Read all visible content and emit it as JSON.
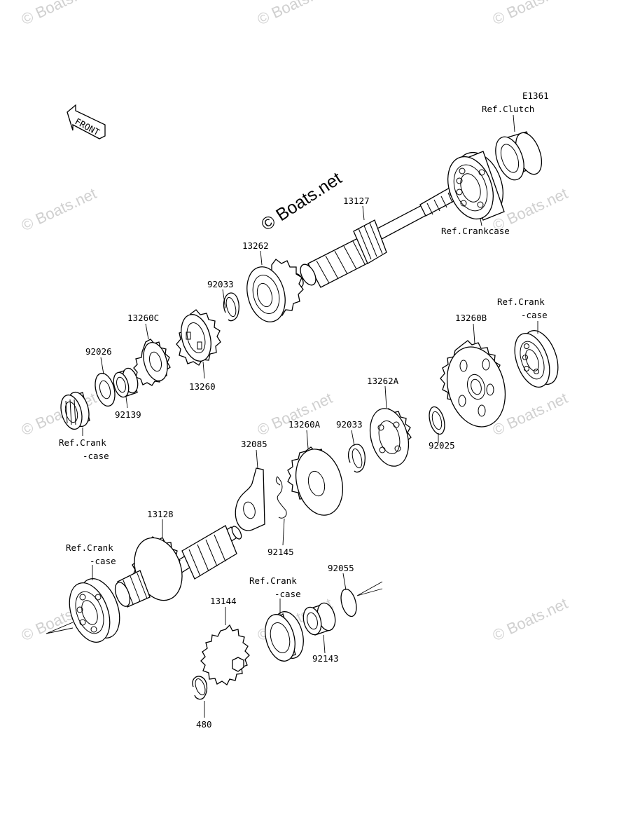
{
  "diagram_code": "E1361",
  "direction_label": "FRONT",
  "watermark_text": "© Boats.net",
  "labels": {
    "ref_clutch": "Ref.Clutch",
    "ref_crankcase_top": "Ref.Crankcase",
    "p13127": "13127",
    "p13262": "13262",
    "p92033_a": "92033",
    "p13260c": "13260C",
    "p92026": "92026",
    "p13260": "13260",
    "p92139": "92139",
    "ref_crank_left_1": "Ref.Crank",
    "ref_crank_left_2": "-case",
    "ref_crank_right_1": "Ref.Crank",
    "ref_crank_right_2": "-case",
    "p13260b": "13260B",
    "p13262a": "13262A",
    "p13260a": "13260A",
    "p92033_b": "92033",
    "p32085": "32085",
    "p92025": "92025",
    "p13128": "13128",
    "p92145": "92145",
    "ref_crank_bottom_left_1": "Ref.Crank",
    "ref_crank_bottom_left_2": "-case",
    "p92055": "92055",
    "ref_crank_bottom_mid_1": "Ref.Crank",
    "ref_crank_bottom_mid_2": "-case",
    "p13144": "13144",
    "p92143": "92143",
    "p480": "480"
  }
}
